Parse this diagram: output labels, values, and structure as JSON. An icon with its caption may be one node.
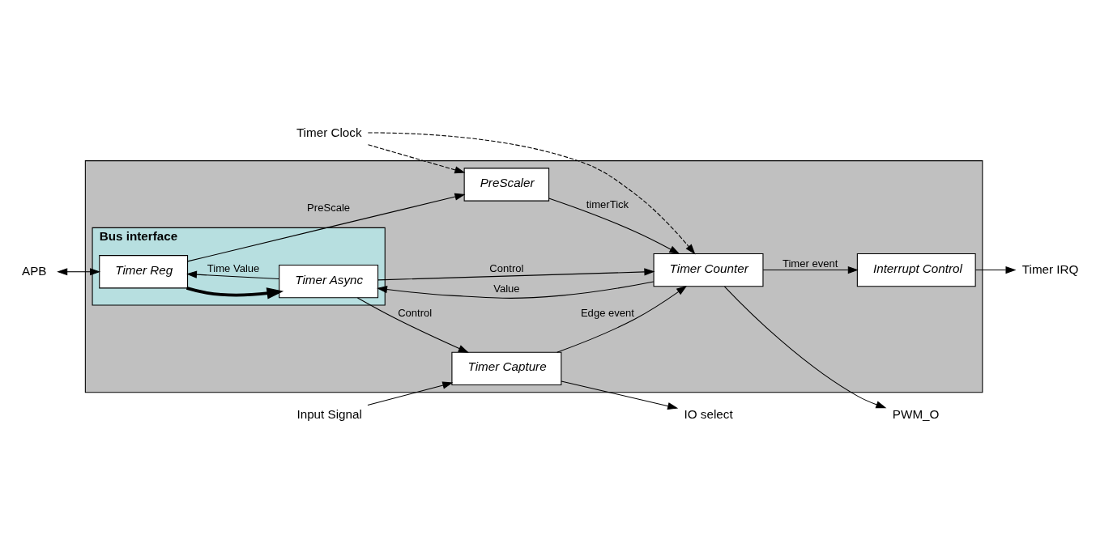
{
  "diagram": {
    "nodes": [
      {
        "text": [],
        "shape": "box"
      },
      {
        "text": [
          "Bus interface"
        ],
        "in": 0
      },
      {
        "text": [
          "Timer Reg"
        ],
        "in": 1
      },
      {
        "text": [
          "Timer Async"
        ],
        "in": 1
      },
      {
        "text": [
          "PreScaler"
        ],
        "in": 0
      },
      {
        "text": [
          "Timer Counter"
        ],
        "in": 0
      },
      {
        "text": [
          "Interrupt Control"
        ],
        "in": 0
      },
      {
        "text": [
          "Timer Capture"
        ],
        "in": 0
      },
      {
        "text": [
          "Timer Clock"
        ]
      },
      {
        "text": [
          "APB"
        ]
      },
      {
        "text": [
          "Input Signal"
        ]
      },
      {
        "text": [
          "IO select"
        ]
      },
      {
        "text": [
          "Timer IRQ"
        ]
      },
      {
        "text": [
          "PWM_O"
        ]
      }
    ],
    "edges": [
      {
        "from": 8,
        "to": 4,
        "arrow": "to",
        "style": "dashed"
      },
      {
        "from": 8,
        "to": 5,
        "arrow": "to",
        "style": "dashed"
      },
      {
        "from": 9,
        "to": 2,
        "arrow": "both"
      },
      {
        "from": 2,
        "to": 4,
        "arrow": "to",
        "label": "PreScale"
      },
      {
        "from": 2,
        "to": 3,
        "arrow": "to",
        "style": "thick"
      },
      {
        "from": 3,
        "to": 2,
        "arrow": "to",
        "label": "Time Value"
      },
      {
        "from": 4,
        "to": 5,
        "arrow": "to",
        "label": "timerTick"
      },
      {
        "from": 3,
        "to": 5,
        "arrow": "to",
        "label": "Control"
      },
      {
        "from": 5,
        "to": 3,
        "arrow": "to",
        "label": "Value"
      },
      {
        "from": 5,
        "to": 6,
        "arrow": "to",
        "label": "Timer event"
      },
      {
        "from": 6,
        "to": 12,
        "arrow": "to"
      },
      {
        "from": 5,
        "to": 13,
        "arrow": "to"
      },
      {
        "from": 3,
        "to": 7,
        "arrow": "to",
        "label": "Control"
      },
      {
        "from": 7,
        "to": 5,
        "arrow": "to",
        "label": "Edge event"
      },
      {
        "from": 10,
        "to": 7,
        "arrow": "to"
      },
      {
        "from": 7,
        "to": 11,
        "arrow": "to"
      }
    ]
  }
}
